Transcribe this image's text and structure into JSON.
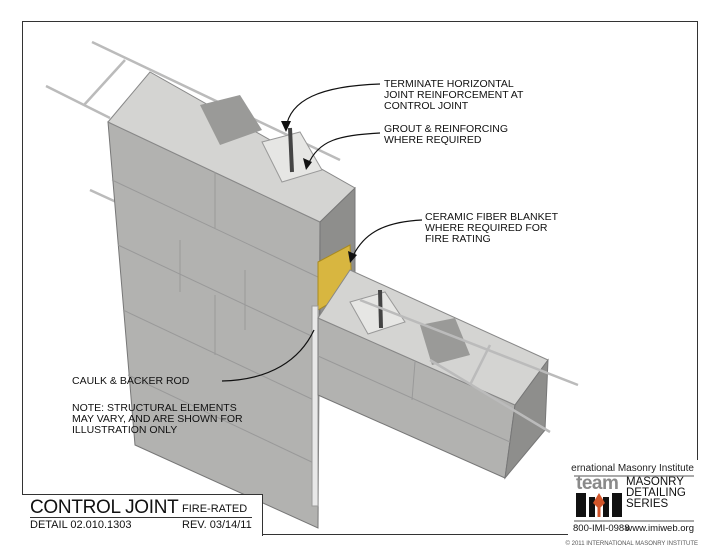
{
  "callouts": {
    "terminate": "TERMINATE HORIZONTAL\nJOINT REINFORCEMENT AT\nCONTROL JOINT",
    "grout": "GROUT & REINFORCING\nWHERE REQUIRED",
    "ceramic": "CERAMIC FIBER BLANKET\nWHERE REQUIRED FOR\nFIRE RATING",
    "caulk": "CAULK & BACKER ROD",
    "note": "NOTE:  STRUCTURAL ELEMENTS\nMAY VARY, AND ARE SHOWN FOR\nILLUSTRATION ONLY"
  },
  "title_block": {
    "title": "CONTROL JOINT",
    "subtitle": "FIRE-RATED",
    "detail": "DETAIL 02.010.1303",
    "rev": "REV. 03/14/11"
  },
  "logo": {
    "org": "ernational Masonry Institute",
    "team": "team",
    "series": "MASONRY\nDETAILING\nSERIES",
    "phone": "800-IMI-0988",
    "web": "www.imiweb.org",
    "accent": "#d2552a"
  },
  "copyright": "© 2011 INTERNATIONAL MASONRY INSTITUTE",
  "colors": {
    "block_top": "#d4d4d2",
    "block_front": "#b2b2b0",
    "block_side": "#8e8e8c",
    "blanket": "#d8b640"
  }
}
